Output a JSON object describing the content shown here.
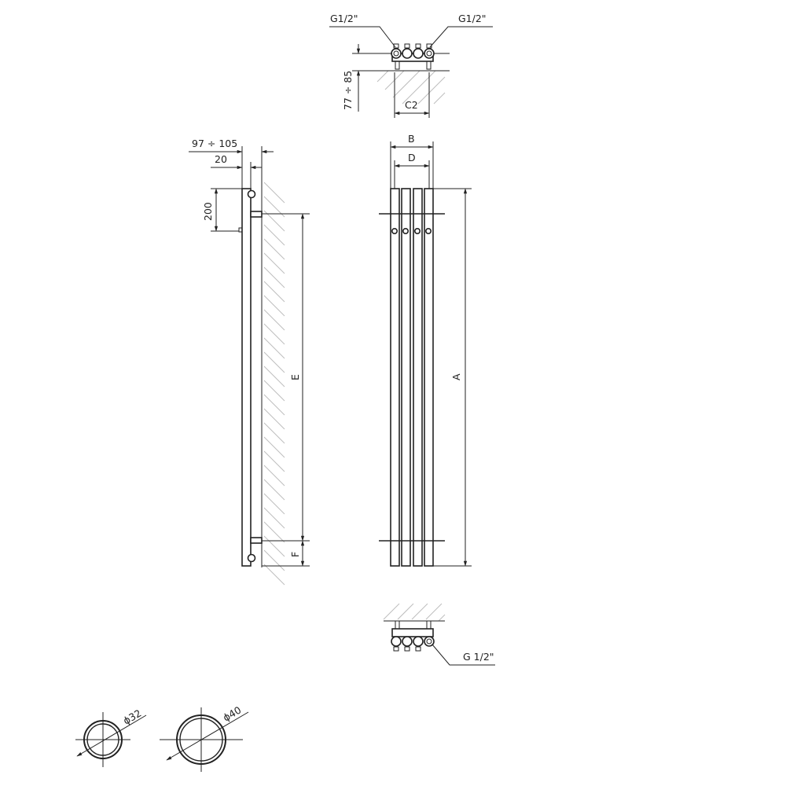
{
  "labels": {
    "top_left_thread": "G1/2\"",
    "top_right_thread": "G1/2\"",
    "offset_range": "77 ÷ 85",
    "c2": "C2",
    "depth_range": "97 ÷ 105",
    "depth_20": "20",
    "bracket_200": "200",
    "e": "E",
    "f": "F",
    "b": "B",
    "d": "D",
    "a": "A",
    "bottom_thread": "G 1/2\"",
    "dia_small": "ϕ32",
    "dia_large": "ϕ40"
  }
}
